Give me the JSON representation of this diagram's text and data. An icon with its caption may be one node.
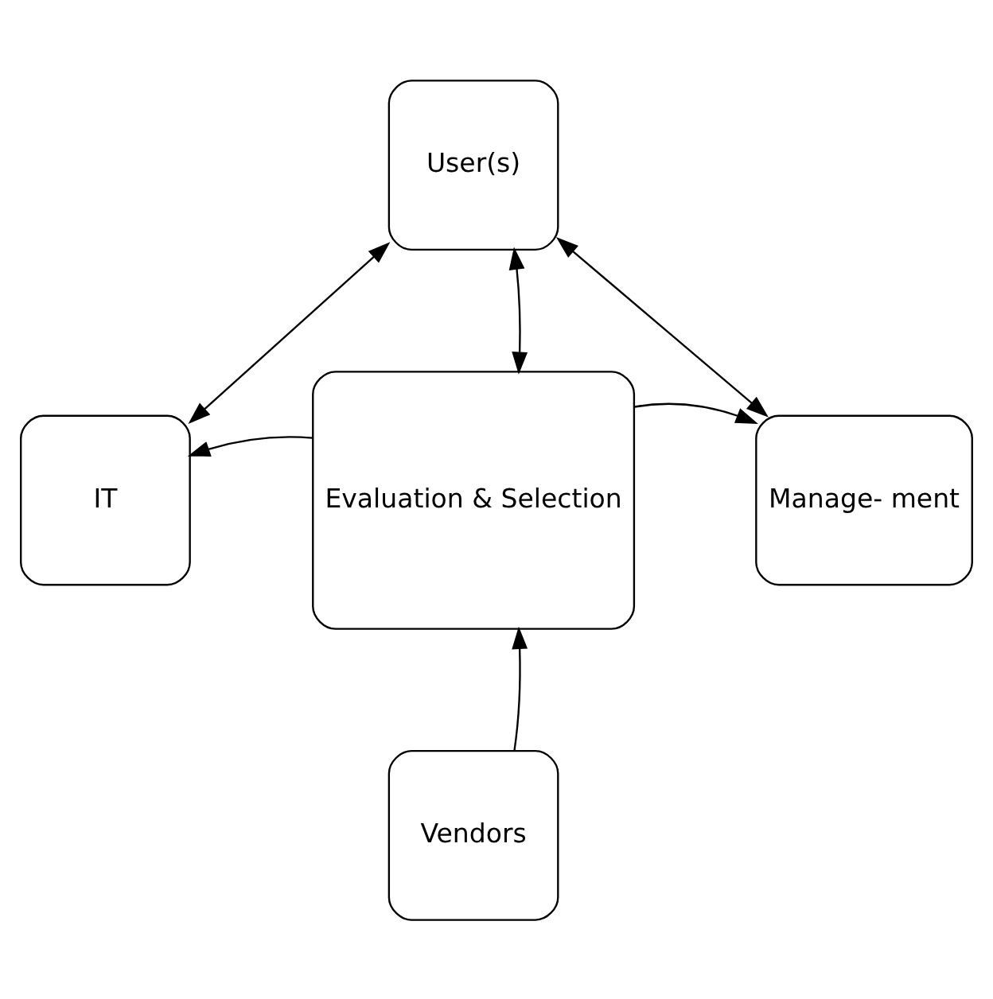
{
  "diagram": {
    "nodes": [
      {
        "text": [
          "User(s)"
        ]
      },
      {
        "text": [
          "IT"
        ]
      },
      {
        "text": [
          "Evaluation & Selection"
        ]
      },
      {
        "text": [
          "Manage- ment"
        ]
      },
      {
        "text": [
          "Vendors"
        ]
      }
    ],
    "edges": [
      {
        "from": 0,
        "to": 1,
        "arrow": "both"
      },
      {
        "from": 0,
        "to": 2,
        "arrow": "both"
      },
      {
        "from": 0,
        "to": 3,
        "arrow": "both"
      },
      {
        "from": 2,
        "to": 1,
        "arrow": "to"
      },
      {
        "from": 2,
        "to": 3,
        "arrow": "to"
      },
      {
        "from": 4,
        "to": 2,
        "arrow": "to"
      }
    ]
  }
}
